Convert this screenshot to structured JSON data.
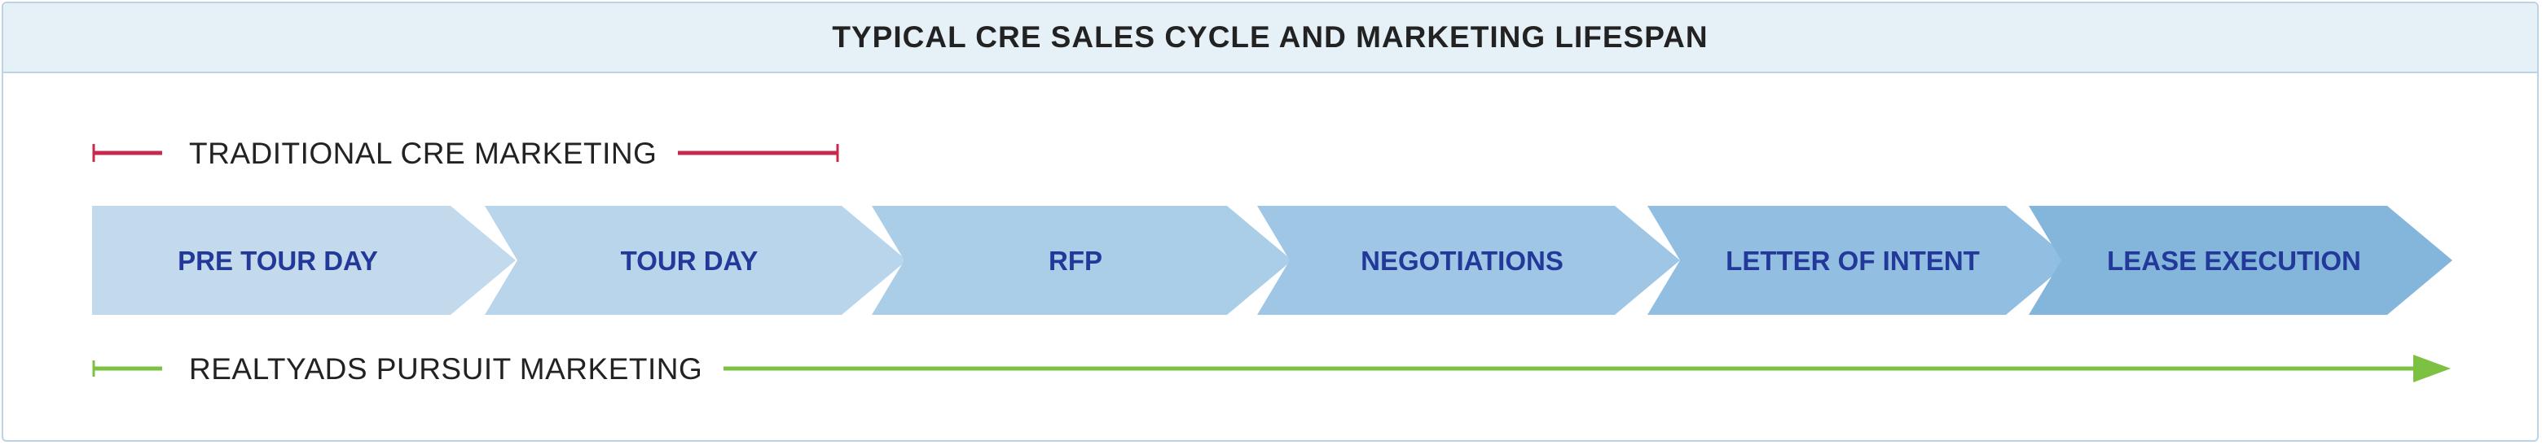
{
  "header": {
    "title": "TYPICAL CRE SALES CYCLE AND MARKETING LIFESPAN"
  },
  "traditional": {
    "label": "TRADITIONAL CRE MARKETING",
    "color": "#c8284c"
  },
  "pursuit": {
    "label": "REALTYADS PURSUIT MARKETING",
    "color": "#7dc142"
  },
  "stages": [
    {
      "label": "PRE TOUR DAY",
      "color": "#c3daed"
    },
    {
      "label": "TOUR DAY",
      "color": "#b8d5eb"
    },
    {
      "label": "RFP",
      "color": "#aacde8"
    },
    {
      "label": "NEGOTIATIONS",
      "color": "#9fc7e5"
    },
    {
      "label": "LETTER OF INTENT",
      "color": "#92bfe1"
    },
    {
      "label": "LEASE EXECUTION",
      "color": "#84b6dc"
    }
  ],
  "stage_text_color": "#23399a"
}
